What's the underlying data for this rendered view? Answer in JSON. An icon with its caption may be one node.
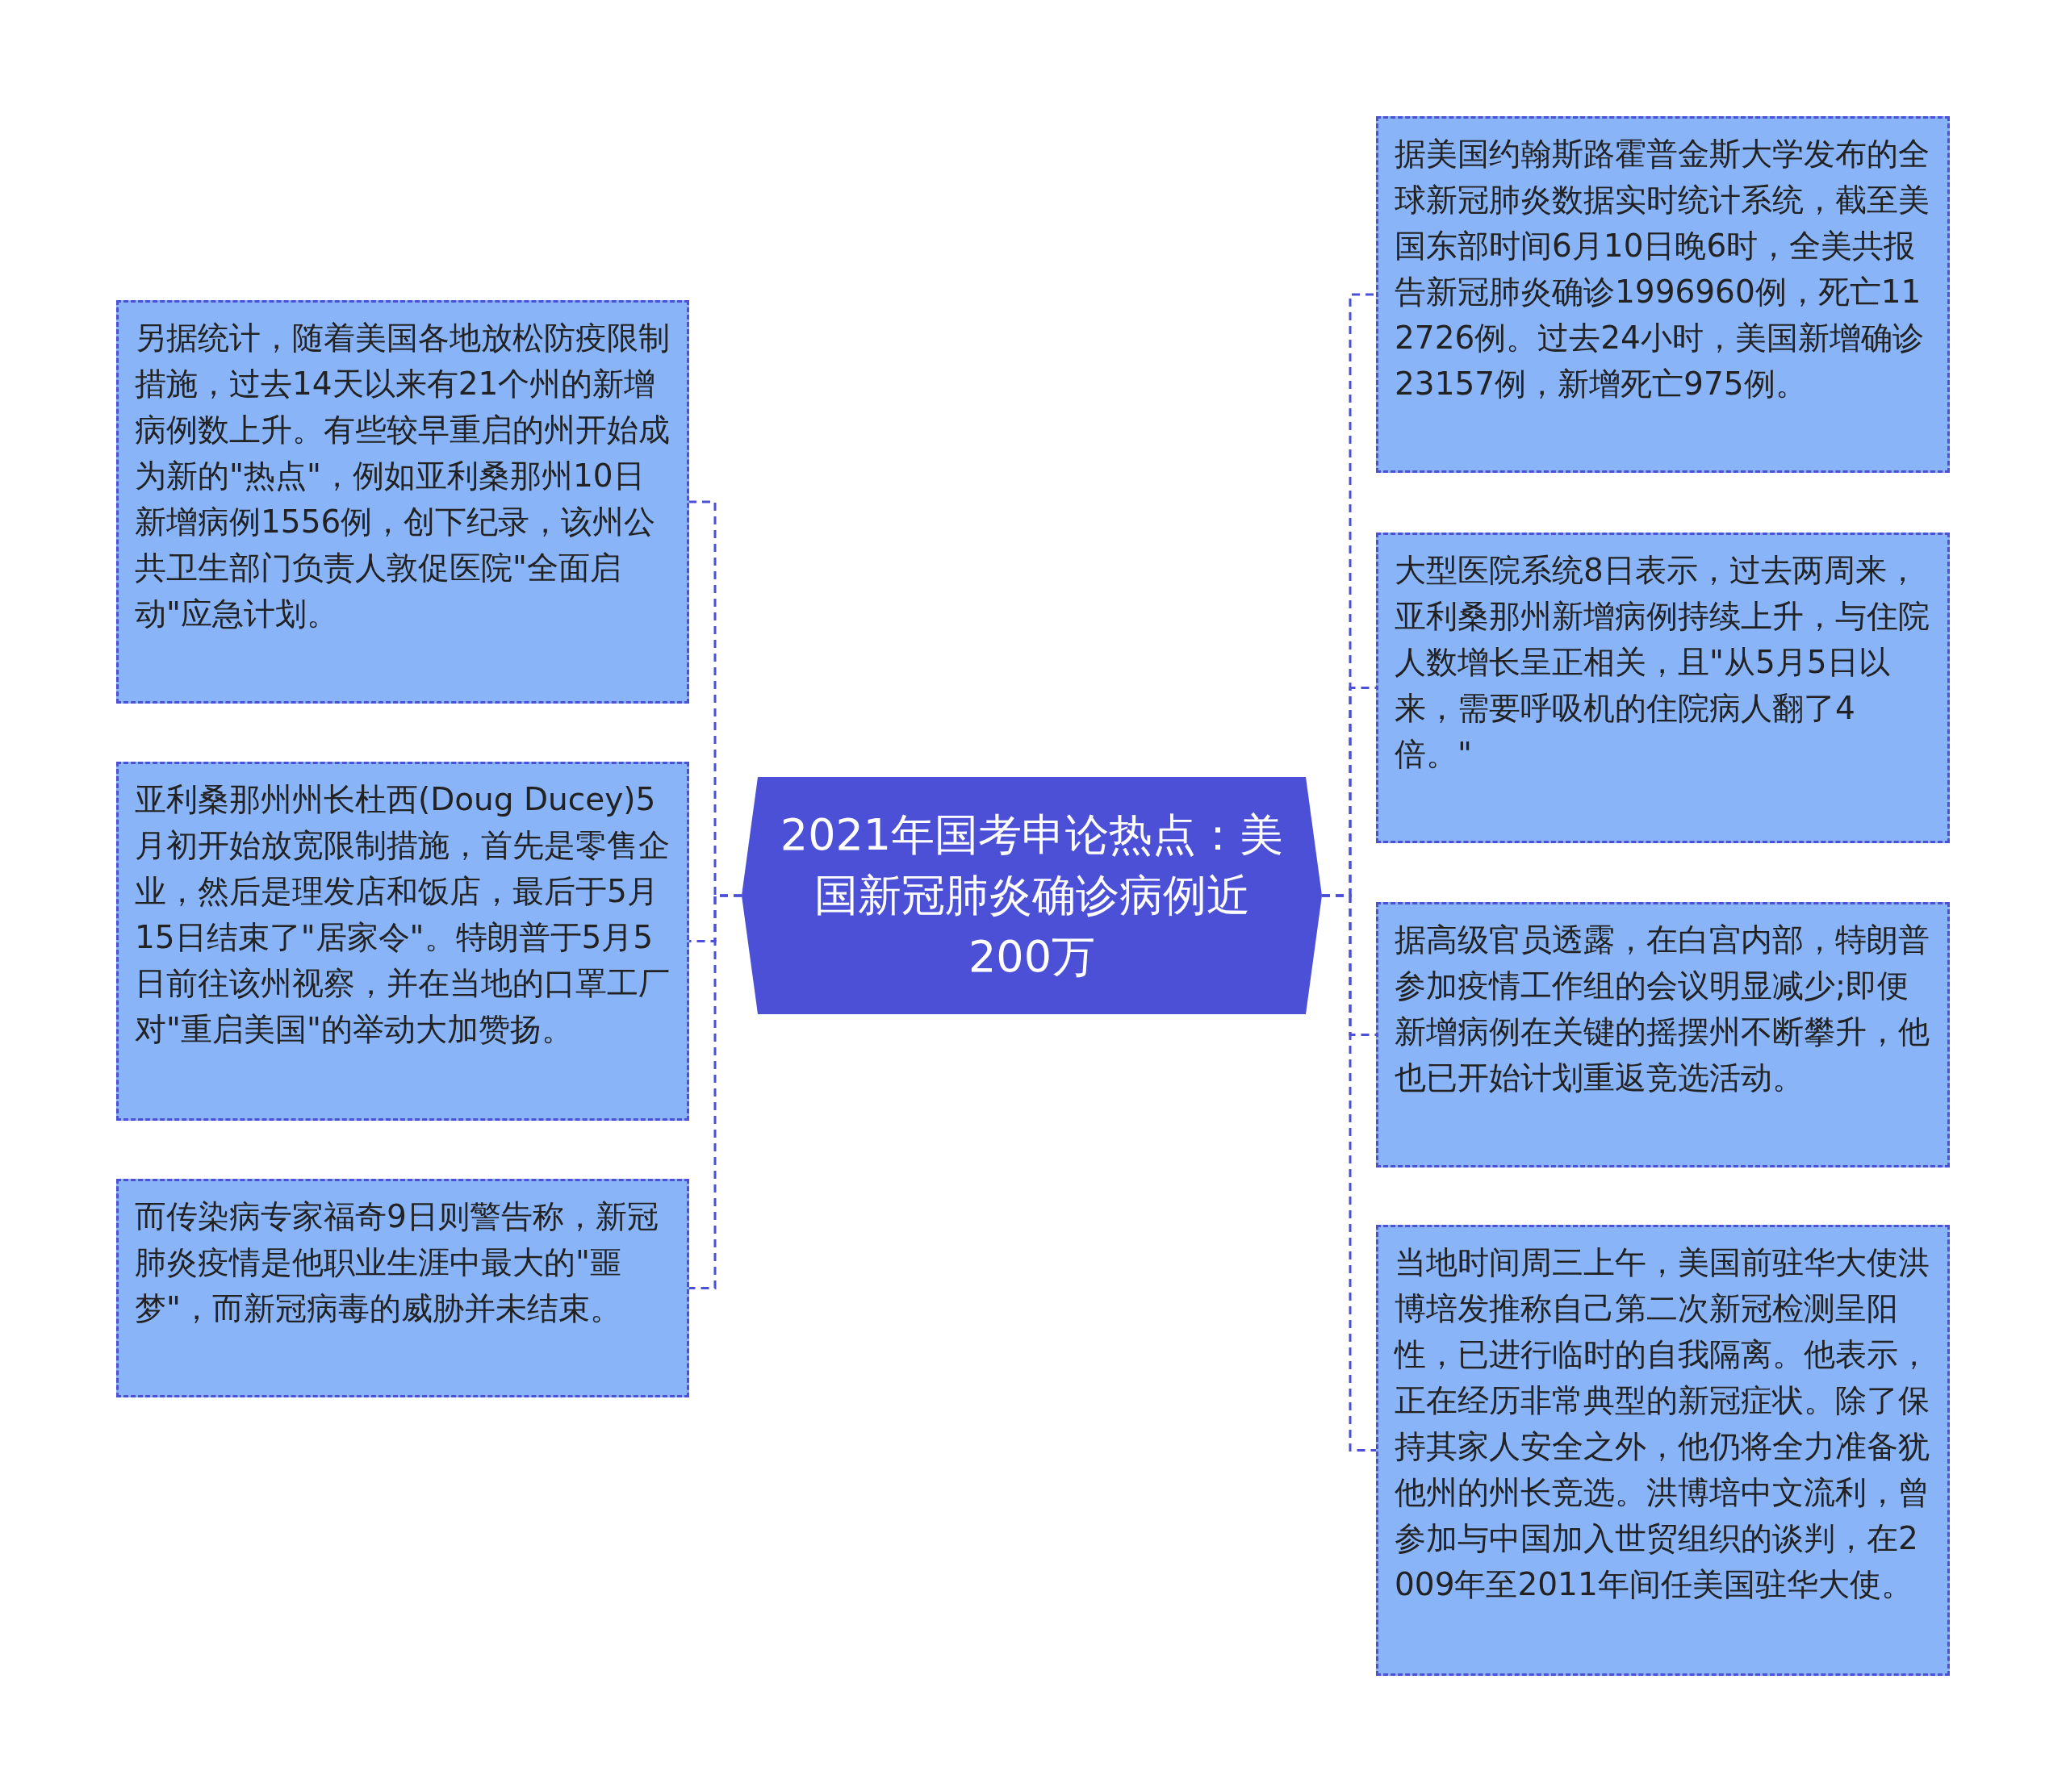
{
  "diagram": {
    "nodes": [
      {
        "text": [
          "2021年国考申论热点：美国新冠肺炎确诊病例近200万"
        ]
      },
      {
        "text": [
          "另据统计，随着美国各地放松防疫限制措施，过去14天以来有21个州的新增病例数上升。有些较早重启的州开始成为新的\"热点\"，例如亚利桑那州10日新增病例1556例，创下纪录，该州公共卫生部门负责人敦促医院\"全面启动\"应急计划。"
        ]
      },
      {
        "text": [
          "亚利桑那州州长杜西(Doug Ducey)5月初开始放宽限制措施，首先是零售企业，然后是理发店和饭店，最后于5月15日结束了\"居家令\"。特朗普于5月5日前往该州视察，并在当地的口罩工厂对\"重启美国\"的举动大加赞扬。"
        ]
      },
      {
        "text": [
          "而传染病专家福奇9日则警告称，新冠肺炎疫情是他职业生涯中最大的\"噩梦\"，而新冠病毒的威胁并未结束。"
        ]
      },
      {
        "text": [
          "据美国约翰斯路霍普金斯大学发布的全球新冠肺炎数据实时统计系统，截至美国东部时间6月10日晚6时，全美共报告新冠肺炎确诊1996960例，死亡112726例。过去24小时，美国新增确诊23157例，新增死亡975例。"
        ]
      },
      {
        "text": [
          "大型医院系统8日表示，过去两周来，亚利桑那州新增病例持续上升，与住院人数增长呈正相关，且\"从5月5日以来，需要呼吸机的住院病人翻了4倍。\""
        ]
      },
      {
        "text": [
          "据高级官员透露，在白宫内部，特朗普参加疫情工作组的会议明显减少;即便新增病例在关键的摇摆州不断攀升，他也已开始计划重返竞选活动。"
        ]
      },
      {
        "text": [
          "当地时间周三上午，美国前驻华大使洪博培发推称自己第二次新冠检测呈阳性，已进行临时的自我隔离。他表示，正在经历非常典型的新冠症状。除了保持其家人安全之外，他仍将全力准备犹他州的州长竞选。洪博培中文流利，曾参加与中国加入世贸组织的谈判，在2009年至2011年间任美国驻华大使。"
        ]
      }
    ],
    "edges": [
      {
        "from": 0,
        "to": 1,
        "arrow": "none",
        "style": "dashed"
      },
      {
        "from": 0,
        "to": 2,
        "arrow": "none",
        "style": "dashed"
      },
      {
        "from": 0,
        "to": 3,
        "arrow": "none",
        "style": "dashed"
      },
      {
        "from": 0,
        "to": 4,
        "arrow": "none",
        "style": "dashed"
      },
      {
        "from": 0,
        "to": 5,
        "arrow": "none",
        "style": "dashed"
      },
      {
        "from": 0,
        "to": 6,
        "arrow": "none",
        "style": "dashed"
      },
      {
        "from": 0,
        "to": 7,
        "arrow": "none",
        "style": "dashed"
      }
    ]
  }
}
